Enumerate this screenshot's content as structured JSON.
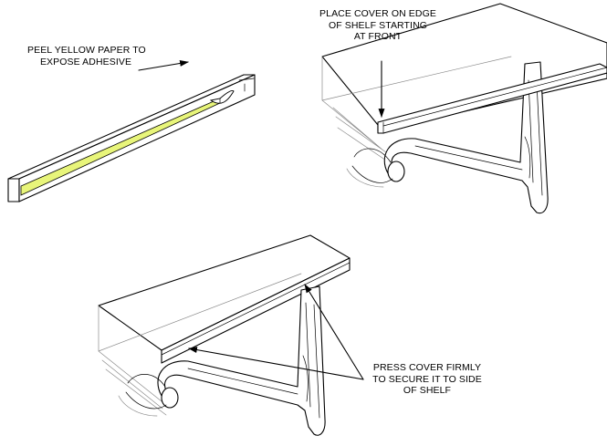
{
  "callouts": {
    "peel": [
      "PEEL YELLOW PAPER TO",
      "EXPOSE ADHESIVE"
    ],
    "place": [
      "PLACE COVER ON EDGE",
      "OF SHELF STARTING",
      "AT FRONT"
    ],
    "press": [
      "PRESS COVER FIRMLY",
      "TO SECURE IT TO SIDE",
      "OF SHELF"
    ]
  },
  "colors": {
    "adhesive_paper": "#e8f57a",
    "line": "#000000",
    "hidden_line": "#8a8a8a"
  }
}
